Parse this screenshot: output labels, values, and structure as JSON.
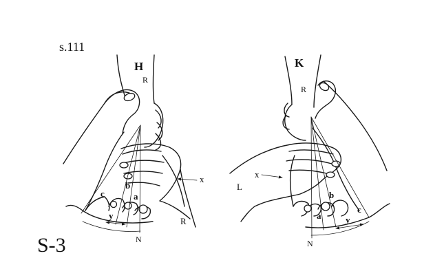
{
  "page_label": "s.111",
  "figure_id": "S-3",
  "left_figure": {
    "title": "H",
    "labels": {
      "r_upper": "R",
      "r_lower": "R",
      "x": "x",
      "a": "a",
      "b": "b",
      "c": "c",
      "y": "y",
      "n": "N"
    }
  },
  "right_figure": {
    "title": "K",
    "labels": {
      "r_upper": "R",
      "l_hand": "L",
      "x": "x",
      "a": "a",
      "b": "b",
      "c": "c",
      "y": "y",
      "n": "N"
    }
  }
}
